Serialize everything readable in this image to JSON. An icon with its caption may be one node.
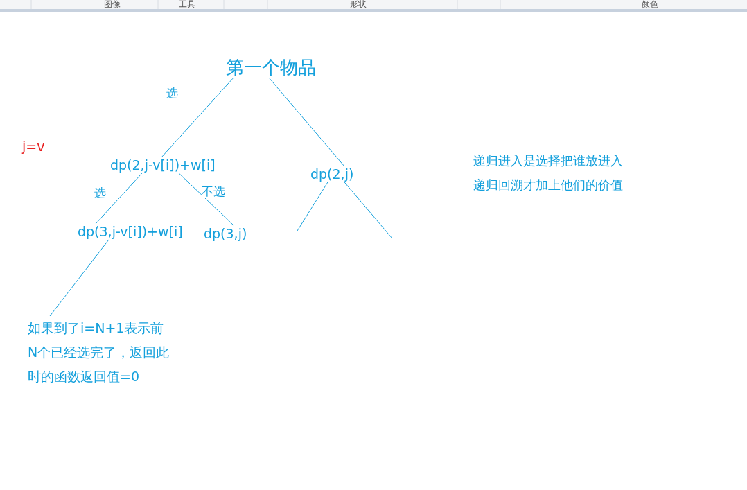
{
  "diagram": {
    "nodes": [
      {
        "text": [
          "第一个物品"
        ]
      },
      {
        "text": [
          "dp(2,j-v[i])+w[i]"
        ]
      },
      {
        "text": [
          "dp(2,j)"
        ]
      },
      {
        "text": [
          "dp(3,j-v[i])+w[i]"
        ]
      },
      {
        "text": [
          "dp(3,j)"
        ]
      },
      {
        "text": [
          "如果到了i=N+1表示前N个已经选完了，返回此时的函数返回值=0"
        ]
      }
    ],
    "edges": [
      {
        "from": 0,
        "to": 1,
        "arrow": "none",
        "label": "选"
      },
      {
        "from": 0,
        "to": 2,
        "arrow": "none"
      },
      {
        "from": 1,
        "to": 3,
        "arrow": "none",
        "label": "选"
      },
      {
        "from": 1,
        "to": 4,
        "arrow": "none",
        "label": "不选"
      },
      {
        "from": 3,
        "to": 5,
        "arrow": "none"
      },
      {
        "from": 2,
        "to": null,
        "arrow": "none"
      },
      {
        "from": 2,
        "to": null,
        "arrow": "none"
      }
    ],
    "labels": [
      "图像",
      "工具",
      "形状",
      "颜色",
      "j=v",
      "递归进入是选择把谁放进入",
      "递归回溯才加上他们的价值"
    ]
  }
}
